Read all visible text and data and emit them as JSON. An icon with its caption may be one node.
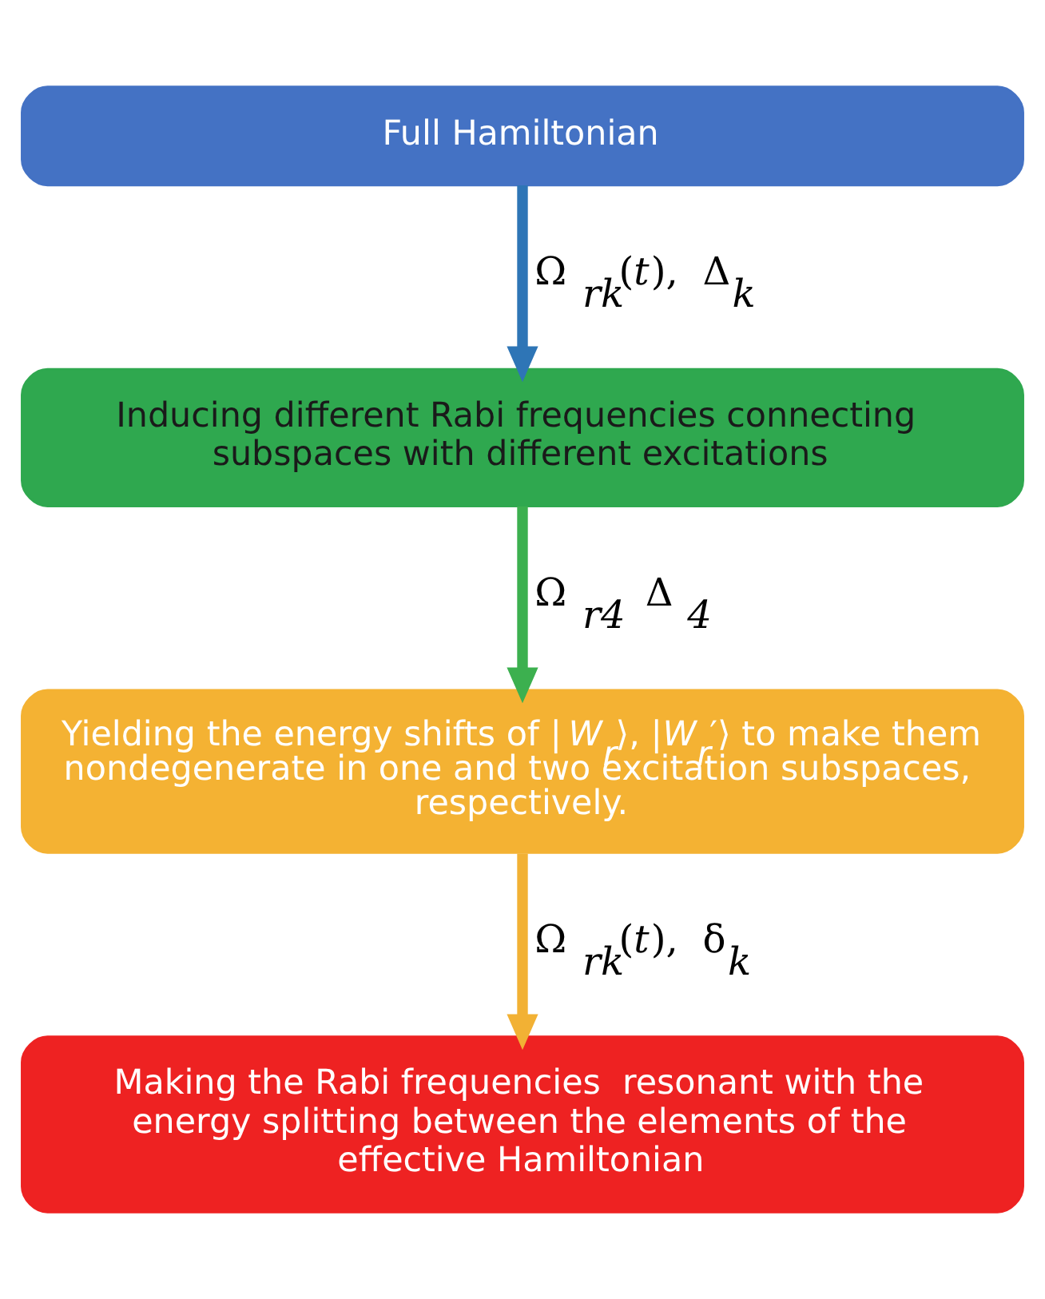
{
  "diagram": {
    "nodes": [
      {
        "text": [
          "Full Hamiltonian"
        ]
      },
      {
        "text": [
          "Inducing different Rabi frequencies connecting subspaces with different excitations"
        ]
      },
      {
        "text": [
          "Yielding the energy shifts of |*W*$_{r}$⟩, |*W*$_{r}$′⟩ to make them nondegenerate in one and two excitation subspaces, respectively."
        ]
      },
      {
        "text": [
          "Making the Rabi frequencies  resonant with the energy splitting between the elements of the effective Hamiltonian"
        ]
      }
    ],
    "edges": [
      {
        "from": 0,
        "to": 1,
        "arrow": "to",
        "label": "Ω$_{rk}$(*t*),  Δ$_{k}$",
        "color": "#2e75b6"
      },
      {
        "from": 1,
        "to": 2,
        "arrow": "to",
        "label": "Ω$_{r4}$   Δ$_{4}$",
        "color": "#3cb04f"
      },
      {
        "from": 2,
        "to": 3,
        "arrow": "to",
        "label": "Ω$_{rk}$(*t*),  δ$_{k}$",
        "color": "#f2b134"
      }
    ]
  }
}
